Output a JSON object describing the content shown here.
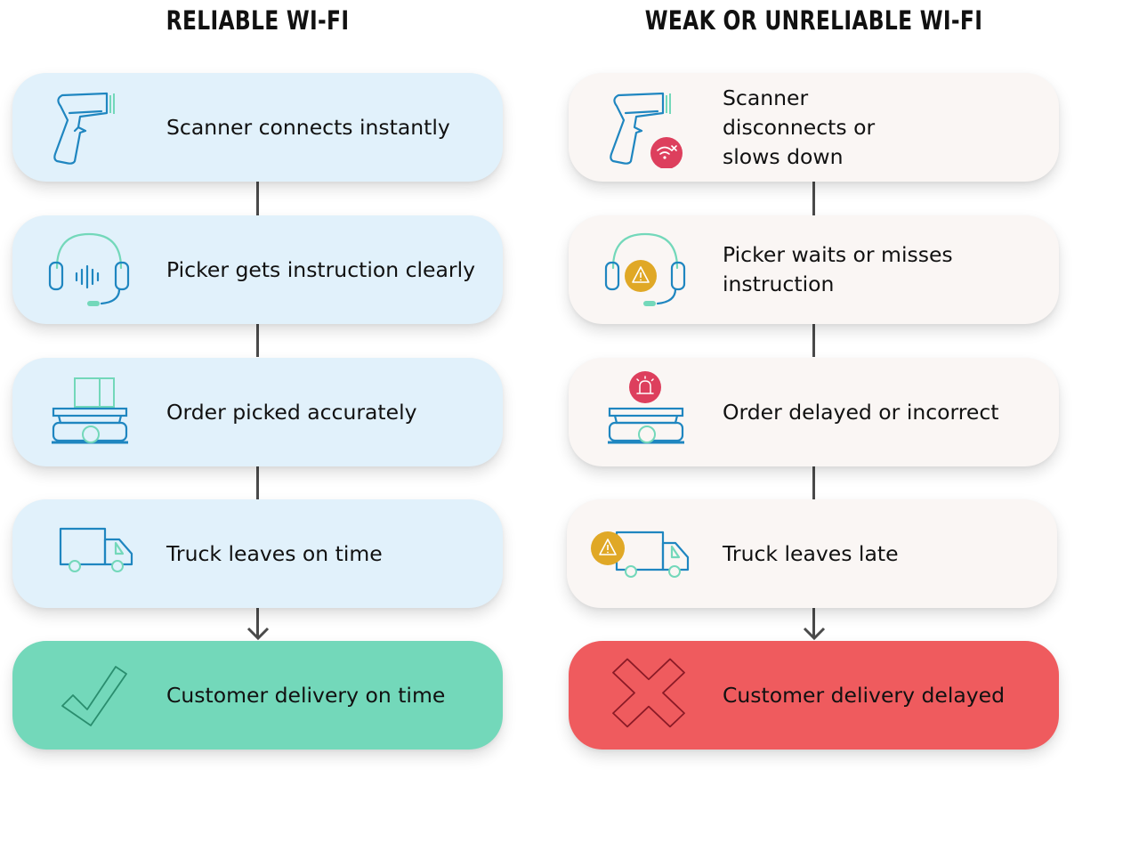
{
  "columns": [
    {
      "title": "RELIABLE WI-FI",
      "steps": [
        {
          "label": "Scanner connects instantly",
          "icon": "barcode-scanner-icon"
        },
        {
          "label": "Picker gets instruction clearly",
          "icon": "headset-icon"
        },
        {
          "label": "Order picked accurately",
          "icon": "pick-cart-icon"
        },
        {
          "label": "Truck leaves on time",
          "icon": "truck-icon"
        },
        {
          "label": "Customer delivery on time",
          "icon": "checkmark-icon"
        }
      ]
    },
    {
      "title": "WEAK OR UNRELIABLE WI-FI",
      "steps": [
        {
          "label": "Scanner disconnects or slows down",
          "icon": "barcode-scanner-no-wifi-icon"
        },
        {
          "label": "Picker waits or misses instruction",
          "icon": "headset-warning-icon"
        },
        {
          "label": "Order delayed or incorrect",
          "icon": "pick-cart-alarm-icon"
        },
        {
          "label": "Truck leaves late",
          "icon": "truck-warning-icon"
        },
        {
          "label": "Customer delivery delayed",
          "icon": "cross-icon"
        }
      ]
    }
  ],
  "colors": {
    "good_card": "#e1f1fb",
    "bad_card": "#faf6f4",
    "success": "#73d8ba",
    "failure": "#ef5b5e",
    "icon_blue": "#1f86c0",
    "icon_teal": "#73d8ba",
    "alert_red": "#dd3f5d",
    "warning_gold": "#e0a826"
  }
}
